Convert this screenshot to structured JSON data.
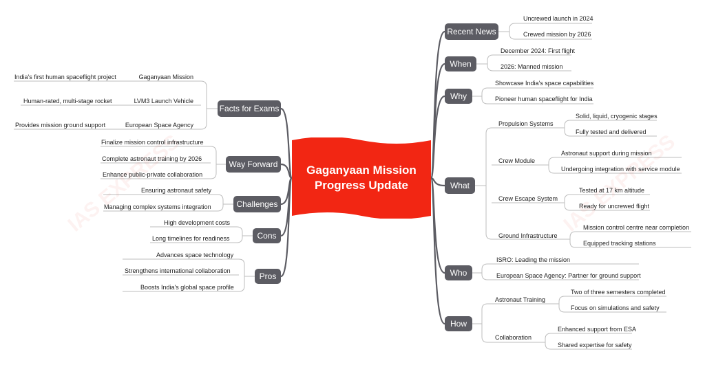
{
  "center": {
    "title": "Gaganyaan Mission Progress Update"
  },
  "watermark": "IAS EXPRESS",
  "right_branches": [
    {
      "label": "Recent News",
      "children": [
        "Uncrewed launch in 2024",
        "Crewed mission by 2026"
      ]
    },
    {
      "label": "When",
      "children": [
        "December 2024: First flight",
        "2026: Manned mission"
      ]
    },
    {
      "label": "Why",
      "children": [
        "Showcase India's space capabilities",
        "Pioneer human spaceflight for India"
      ]
    },
    {
      "label": "What",
      "groups": [
        {
          "label": "Propulsion Systems",
          "children": [
            "Solid, liquid, cryogenic stages",
            "Fully tested and delivered"
          ]
        },
        {
          "label": "Crew Module",
          "children": [
            "Astronaut support during mission",
            "Undergoing integration with service module"
          ]
        },
        {
          "label": "Crew Escape System",
          "children": [
            "Tested at 17 km altitude",
            "Ready for uncrewed flight"
          ]
        },
        {
          "label": "Ground Infrastructure",
          "children": [
            "Mission control centre near completion",
            "Equipped tracking stations"
          ]
        }
      ]
    },
    {
      "label": "Who",
      "children": [
        "ISRO: Leading the mission",
        "European Space Agency: Partner for ground support"
      ]
    },
    {
      "label": "How",
      "groups": [
        {
          "label": "Astronaut Training",
          "children": [
            "Two of three semesters completed",
            "Focus on simulations and safety"
          ]
        },
        {
          "label": "Collaboration",
          "children": [
            "Enhanced support from ESA",
            "Shared expertise for safety"
          ]
        }
      ]
    }
  ],
  "left_branches": [
    {
      "label": "Facts for Exams",
      "groups": [
        {
          "label": "Gaganyaan Mission",
          "children": [
            "India's first human spaceflight project"
          ]
        },
        {
          "label": "LVM3 Launch Vehicle",
          "children": [
            "Human-rated, multi-stage rocket"
          ]
        },
        {
          "label": "European Space Agency",
          "children": [
            "Provides mission ground support"
          ]
        }
      ]
    },
    {
      "label": "Way Forward",
      "children": [
        "Finalize mission control infrastructure",
        "Complete astronaut training by 2026",
        "Enhance public-private collaboration"
      ]
    },
    {
      "label": "Challenges",
      "children": [
        "Ensuring astronaut safety",
        "Managing complex systems integration"
      ]
    },
    {
      "label": "Cons",
      "children": [
        "High development costs",
        "Long timelines for readiness"
      ]
    },
    {
      "label": "Pros",
      "children": [
        "Advances space technology",
        "Strengthens international collaboration",
        "Boosts India's global space profile"
      ]
    }
  ],
  "colors": {
    "center": "#f22613",
    "node": "#5c5c63",
    "line": "#5c5c63",
    "leaf_line": "#bdbdbd",
    "text": "#222222"
  }
}
